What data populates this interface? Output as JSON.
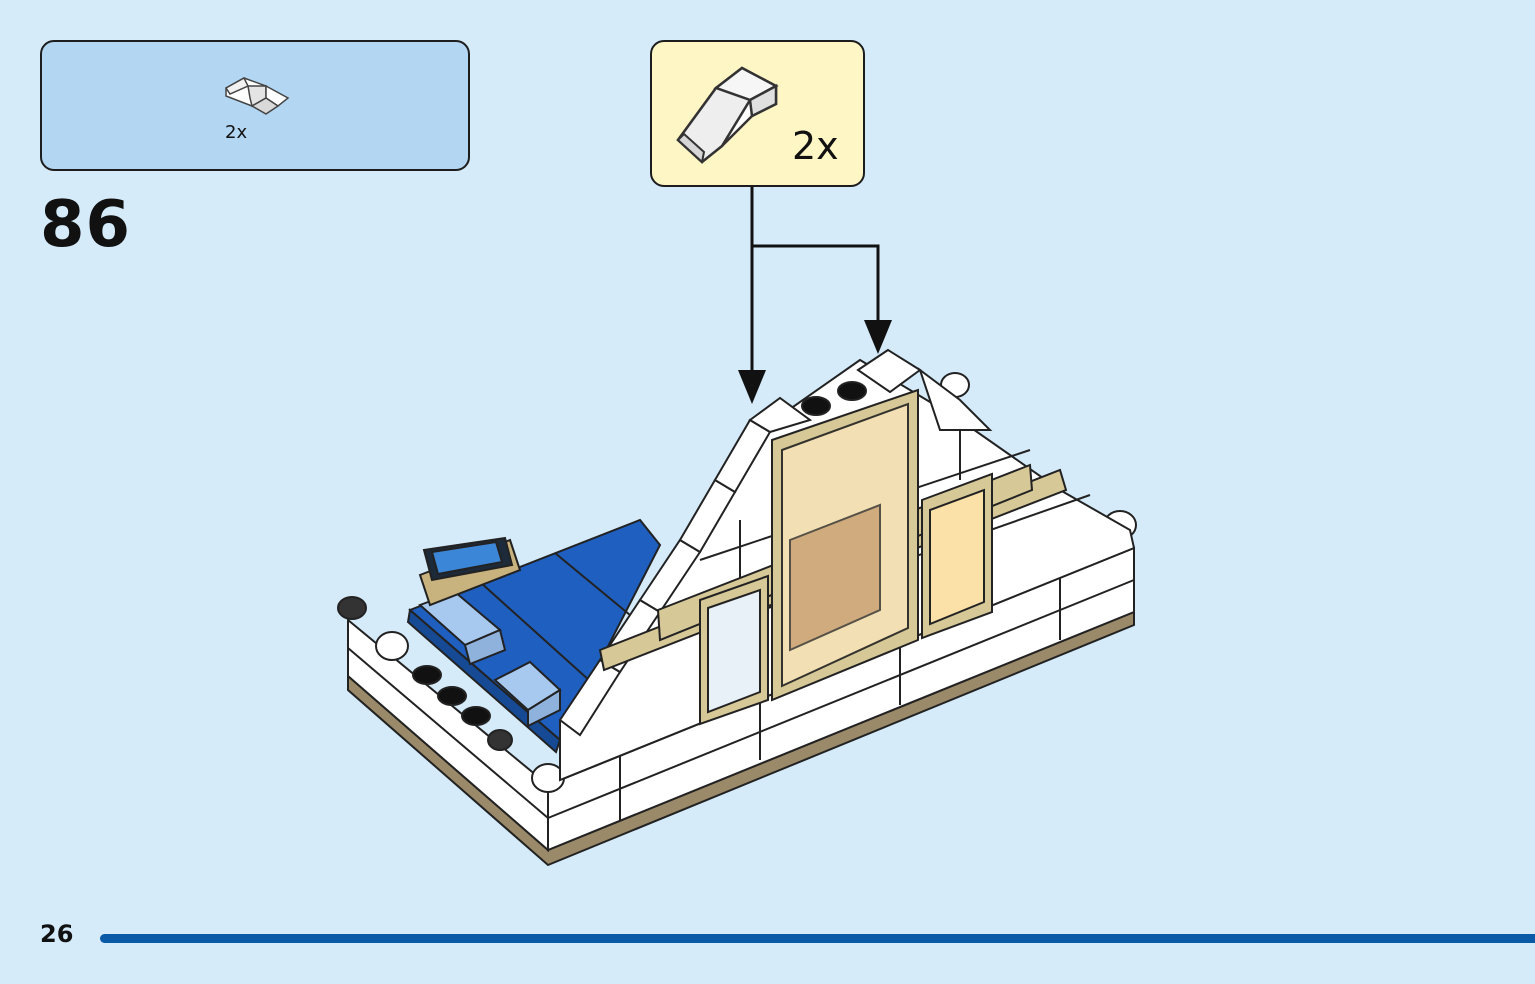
{
  "parts_list": {
    "quantity": "2x",
    "part_icon": "slope-brick-white-icon"
  },
  "step": {
    "number": "86"
  },
  "callout": {
    "quantity": "2x",
    "part_icon": "slope-brick-white-icon"
  },
  "model": {
    "icon": "house-model-assembly"
  },
  "footer": {
    "page_number": "26",
    "progress": 1.0
  },
  "colors": {
    "background": "#d5ebfa",
    "parts_box": "#b3d7f3",
    "callout": "#fff6c6",
    "progress": "#0a5aa8"
  }
}
